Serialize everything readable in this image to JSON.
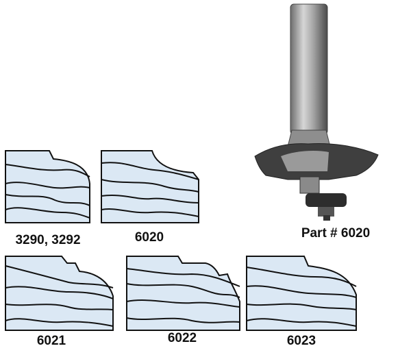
{
  "part_label": "Part # 6020",
  "profiles": [
    {
      "label": "3290, 3292"
    },
    {
      "label": "6020"
    },
    {
      "label": "6021"
    },
    {
      "label": "6022"
    },
    {
      "label": "6023"
    }
  ]
}
